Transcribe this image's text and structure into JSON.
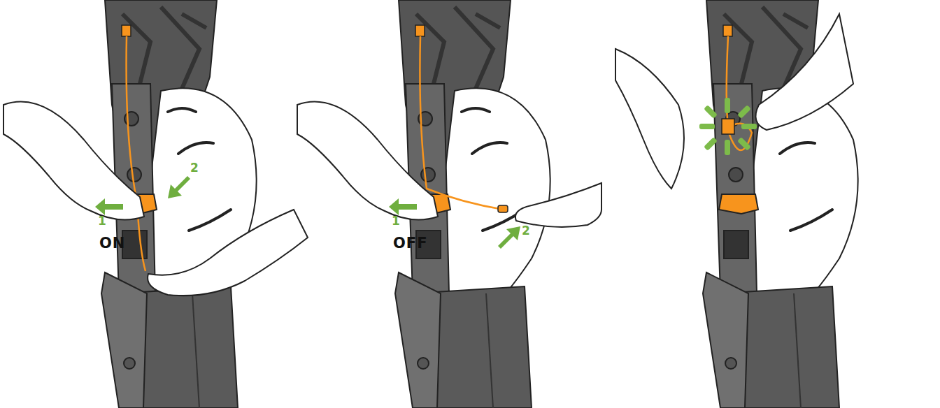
{
  "diagram": {
    "labels": [
      "1",
      "2",
      "ON",
      "1",
      "2",
      "OFF"
    ]
  }
}
